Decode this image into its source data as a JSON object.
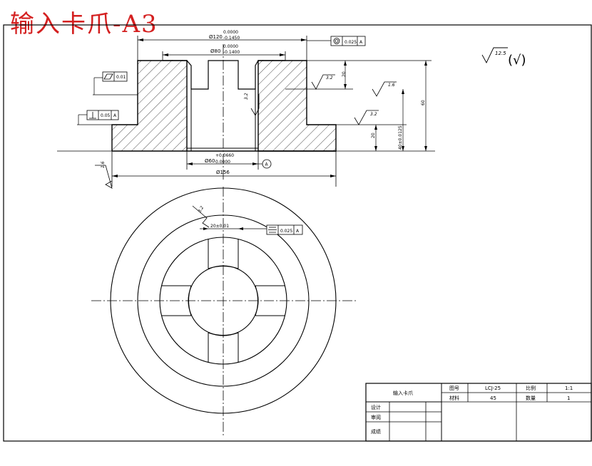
{
  "title": "输入卡爪-A3",
  "surface_finish_note": {
    "value": "12.5",
    "mark": "(√)"
  },
  "dimensions": {
    "outer_dia": "Ø120",
    "outer_tol_upper": "0.0000",
    "outer_tol_lower": "-0.1450",
    "slot_dia": "Ø80",
    "slot_tol_upper": "0.0000",
    "slot_tol_lower": "-0.1400",
    "bore_dia": "Ø60",
    "bore_tol_upper": "+0.0660",
    "bore_tol_lower": "0.0000",
    "base_dia": "Ø156",
    "slot_depth": "20",
    "total_height": "60",
    "body_height": "40±0.0125",
    "flange_height": "20",
    "key_width": "20±0.01"
  },
  "tolerances": {
    "flatness": "0.01",
    "concentricity_value": "0.025",
    "concentricity_datum": "A",
    "perpendicularity_value": "0.05",
    "perpendicularity_datum": "A",
    "symmetry_value": "0.025",
    "symmetry_datum": "A",
    "datum_label": "A"
  },
  "roughness": {
    "r1": "3.2",
    "r2": "1.6",
    "r3": "3.2",
    "r4": "3.2",
    "r5": "3.2",
    "r6": "1.6"
  },
  "title_block": {
    "part_name": "输入卡爪",
    "drawing_no_label": "图号",
    "drawing_no": "LCJ-25",
    "scale_label": "比例",
    "scale": "1:1",
    "material_label": "材料",
    "material": "45",
    "quantity_label": "数量",
    "quantity": "1",
    "designer_label": "设计",
    "reviewer_label": "审阅",
    "grade_label": "成绩"
  }
}
